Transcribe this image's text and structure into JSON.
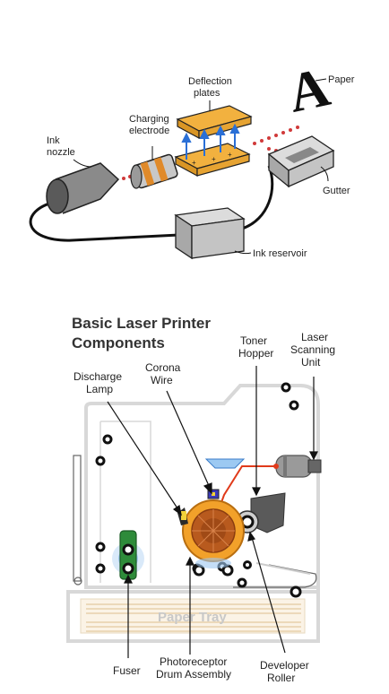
{
  "inkjet": {
    "labels": {
      "ink_nozzle": [
        "Ink",
        "nozzle"
      ],
      "charging_electrode": [
        "Charging",
        "electrode"
      ],
      "deflection_plates": [
        "Deflection",
        "plates"
      ],
      "paper": "Paper",
      "gutter": "Gutter",
      "ink_reservoir": "Ink reservoir"
    },
    "paper_glyph": "A",
    "colors": {
      "plate": "#f2b13f",
      "droplet": "#d03a3a",
      "arrow": "#2a6fd6",
      "electrode_stripe": "#e08a2a"
    }
  },
  "laser": {
    "title_lines": [
      "Basic Laser Printer",
      "Components"
    ],
    "labels": {
      "toner_hopper": [
        "Toner",
        "Hopper"
      ],
      "laser_scanning_unit": [
        "Laser",
        "Scanning",
        "Unit"
      ],
      "discharge_lamp": [
        "Discharge",
        "Lamp"
      ],
      "corona_wire": [
        "Corona",
        "Wire"
      ],
      "fuser": "Fuser",
      "photoreceptor": [
        "Photoreceptor",
        "Drum Assembly"
      ],
      "developer_roller": [
        "Developer",
        "Roller"
      ],
      "paper_tray": "Paper Tray"
    },
    "colors": {
      "drum": "#f2a12a",
      "drum_inner": "#b85a1e",
      "laser_beam": "#e03a1a",
      "fuser": "#2e8b3a",
      "glow": "#6aa8e8"
    }
  }
}
